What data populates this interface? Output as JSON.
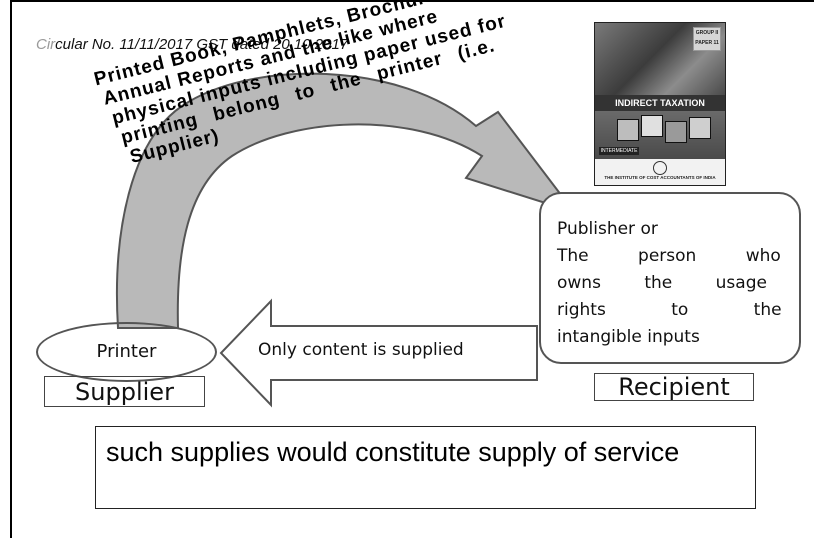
{
  "citation": {
    "faded_prefix": "Cir",
    "text": "cular No. 11/11/2017 GST dated 20.10.2017"
  },
  "book_cover": {
    "group_label": "GROUP II PAPER 11",
    "title": "INDIRECT TAXATION",
    "level": "INTERMEDIATE",
    "institute": "THE INSTITUTE OF COST ACCOUNTANTS OF INDIA"
  },
  "arc_text": {
    "lines": [
      "Printed Book, Pamphlets, Brochures,",
      "Annual Reports and the like where",
      "physical inputs including paper used for",
      "printing belong to the printer (i.e.",
      "Supplier)"
    ]
  },
  "publisher_box": {
    "lines": [
      "Publisher or",
      "The person who",
      "owns the usage",
      "rights to the",
      "intangible inputs"
    ]
  },
  "printer_node": {
    "label": "Printer"
  },
  "content_arrow": {
    "label": "Only content is supplied"
  },
  "supplier_label": "Supplier",
  "recipient_label": "Recipient",
  "summary": "such supplies would constitute supply of service",
  "colors": {
    "arc_fill": "#b9b9b9",
    "arc_outline": "#555555",
    "border": "#555555",
    "text": "#111111"
  }
}
